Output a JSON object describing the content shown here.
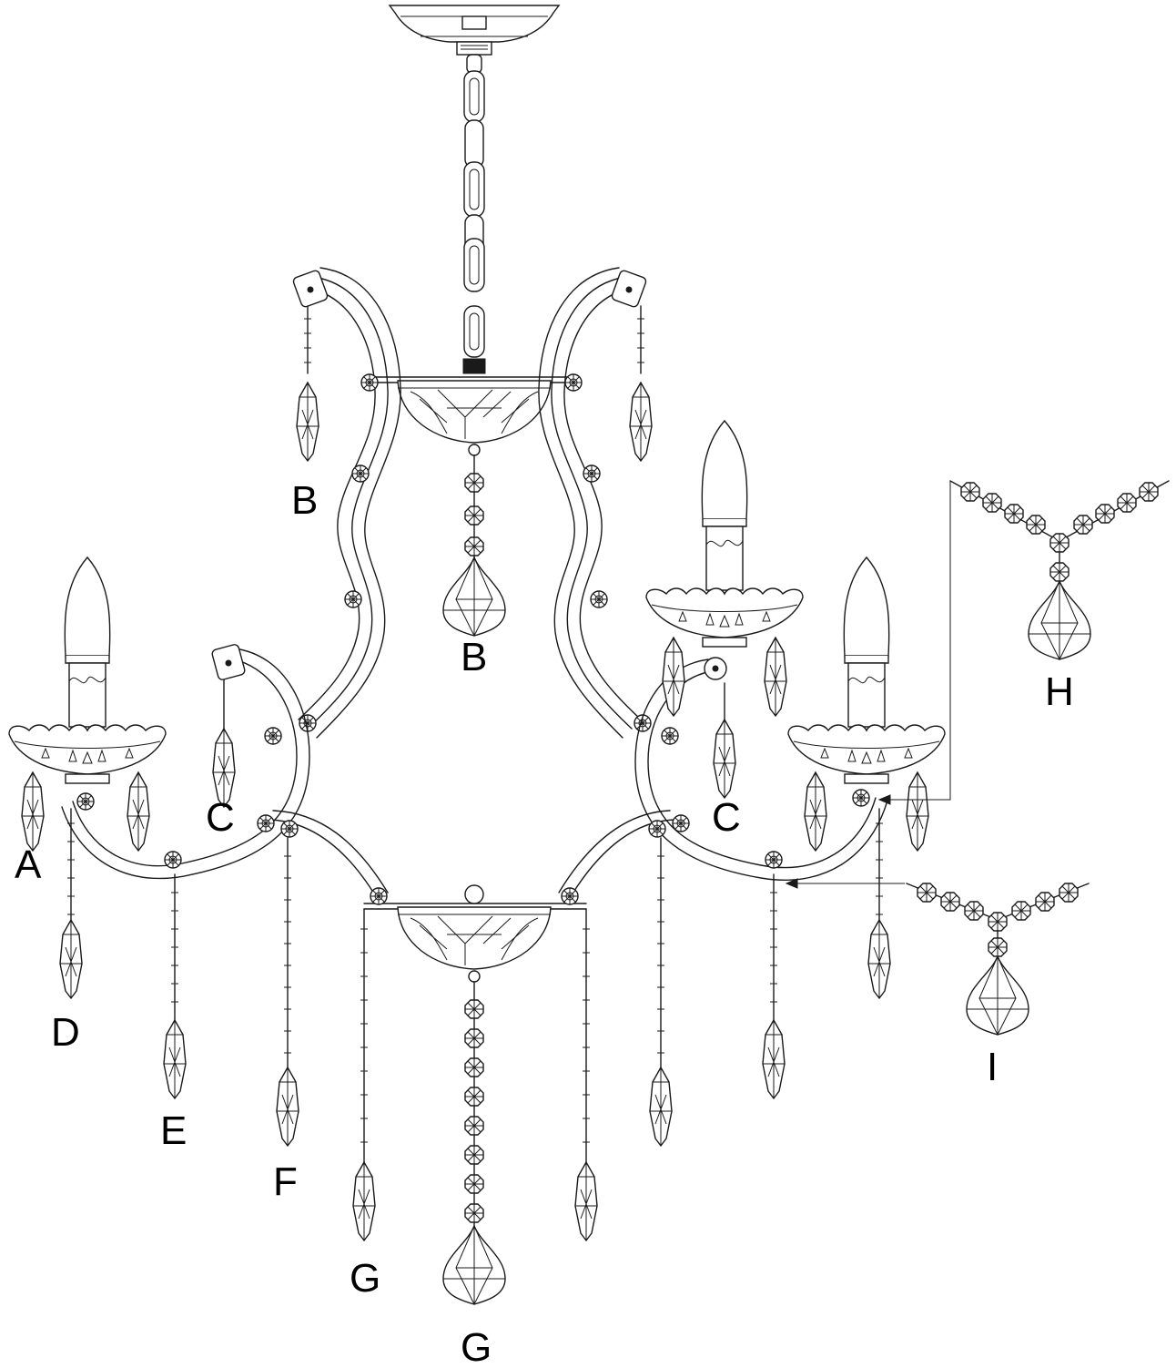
{
  "labels": {
    "a": "A",
    "b_top": "B",
    "b_center": "B",
    "c_left": "C",
    "c_right": "C",
    "d": "D",
    "e": "E",
    "f": "F",
    "g_left": "G",
    "g_center": "G",
    "h": "H",
    "i": "I"
  }
}
